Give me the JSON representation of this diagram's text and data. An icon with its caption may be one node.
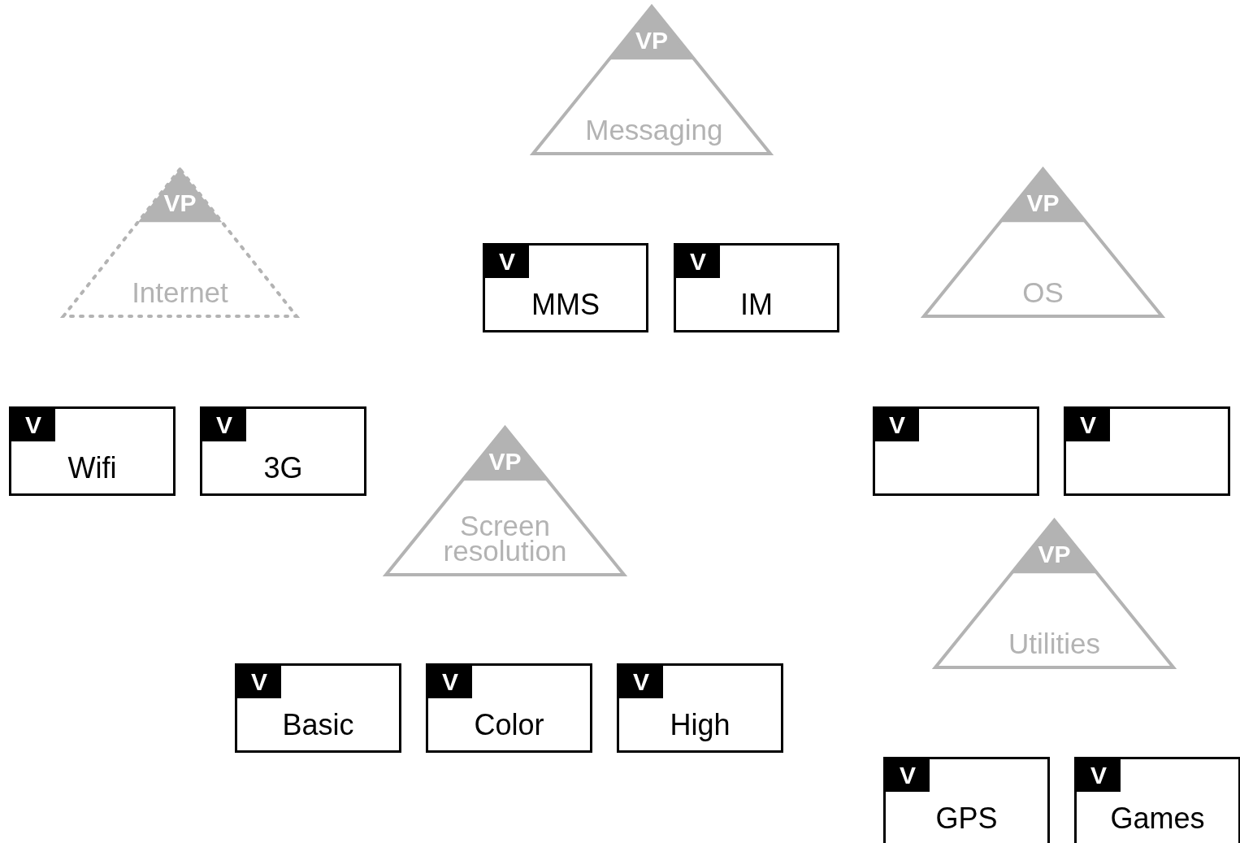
{
  "diagram": {
    "nodes": [
      {
        "text": [
          "VP",
          "Messaging"
        ]
      },
      {
        "text": [
          "VP",
          "Internet"
        ]
      },
      {
        "text": [
          "VP",
          "OS"
        ]
      },
      {
        "text": [
          "V",
          "MMS"
        ]
      },
      {
        "text": [
          "V",
          "IM"
        ]
      },
      {
        "text": [
          "V",
          "Wifi"
        ]
      },
      {
        "text": [
          "V",
          "3G"
        ]
      },
      {
        "text": [
          "V"
        ]
      },
      {
        "text": [
          "V"
        ]
      },
      {
        "text": [
          "VP",
          "Screen resolution"
        ]
      },
      {
        "text": [
          "VP",
          "Utilities"
        ]
      },
      {
        "text": [
          "V",
          "Basic"
        ]
      },
      {
        "text": [
          "V",
          "Color"
        ]
      },
      {
        "text": [
          "V",
          "High"
        ]
      },
      {
        "text": [
          "V",
          "GPS"
        ]
      },
      {
        "text": [
          "V",
          "Games"
        ]
      }
    ]
  }
}
